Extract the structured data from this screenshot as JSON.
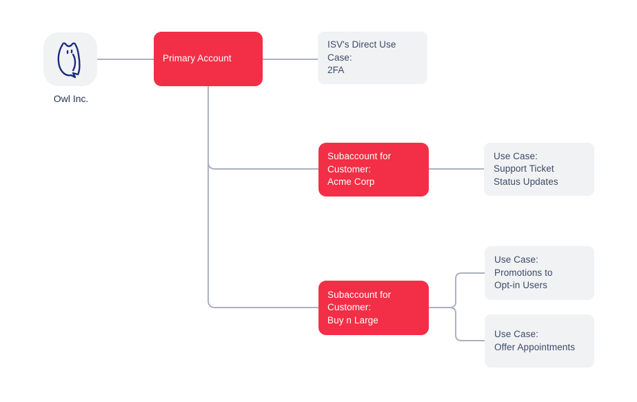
{
  "colors": {
    "background": "#ffffff",
    "node_red": "#f22f46",
    "node_gray_bg": "#f1f2f4",
    "node_text_light": "#ffffff",
    "node_text_dark": "#3c4a66",
    "connector": "#abb1bf",
    "owl_stroke": "#1b2b7d",
    "company_label": "#263550"
  },
  "company": {
    "label": "Owl Inc.",
    "icon": "owl-icon"
  },
  "nodes": {
    "primary": {
      "lines": [
        "Primary Account"
      ]
    },
    "isv_use_case": {
      "lines": [
        "ISV's Direct Use Case:",
        "2FA"
      ]
    },
    "subaccount_acme": {
      "lines": [
        "Subaccount for",
        "Customer:",
        "Acme Corp"
      ]
    },
    "use_case_support": {
      "lines": [
        "Use Case:",
        "Support Ticket",
        "Status Updates"
      ]
    },
    "subaccount_bnl": {
      "lines": [
        "Subaccount for",
        "Customer:",
        "Buy n Large"
      ]
    },
    "use_case_promotions": {
      "lines": [
        "Use Case:",
        "Promotions to",
        "Opt-in Users"
      ]
    },
    "use_case_appointments": {
      "lines": [
        "Use Case:",
        "Offer Appointments"
      ]
    }
  },
  "edges": [
    {
      "from": "owl-inc",
      "to": "primary-account"
    },
    {
      "from": "primary-account",
      "to": "isv-direct-use-case"
    },
    {
      "from": "primary-account",
      "to": "subaccount-acme-corp"
    },
    {
      "from": "primary-account",
      "to": "subaccount-buy-n-large"
    },
    {
      "from": "subaccount-acme-corp",
      "to": "use-case-support-ticket-status-updates"
    },
    {
      "from": "subaccount-buy-n-large",
      "to": "use-case-promotions-to-opt-in-users"
    },
    {
      "from": "subaccount-buy-n-large",
      "to": "use-case-offer-appointments"
    }
  ]
}
